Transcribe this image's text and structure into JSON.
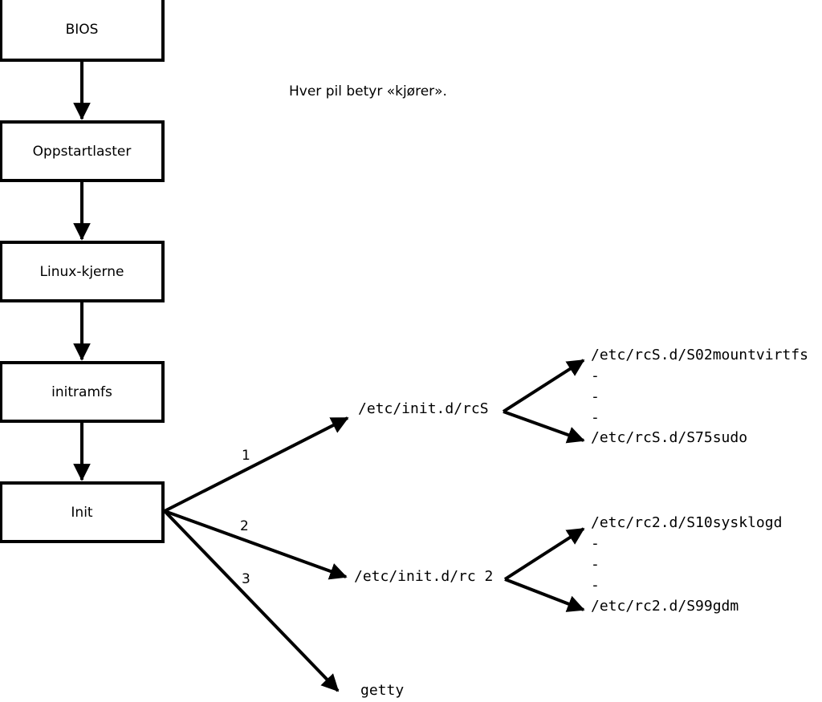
{
  "diagram": {
    "title": "Linux boot sequence flow diagram",
    "note": "Hver pil betyr «kjører».",
    "colors": {
      "stroke": "#000000",
      "background": "#ffffff",
      "text": "#000000"
    },
    "boot_chain": [
      {
        "id": "bios",
        "label": "BIOS"
      },
      {
        "id": "bootloader",
        "label": "Oppstartlaster"
      },
      {
        "id": "kernel",
        "label": "Linux-kjerne"
      },
      {
        "id": "initramfs",
        "label": "initramfs"
      },
      {
        "id": "init",
        "label": "Init"
      }
    ],
    "init_branches": [
      {
        "number": "1",
        "target": "/etc/init.d/rcS"
      },
      {
        "number": "2",
        "target": "/etc/init.d/rc 2"
      },
      {
        "number": "3",
        "target": "getty"
      }
    ],
    "rcs_scripts": {
      "first": "/etc/rcS.d/S02mountvirtfs",
      "ellipsis": [
        "-",
        "-",
        "-"
      ],
      "last": "/etc/rcS.d/S75sudo"
    },
    "rc2_scripts": {
      "first": "/etc/rc2.d/S10sysklogd",
      "ellipsis": [
        "-",
        "-",
        "-"
      ],
      "last": "/etc/rc2.d/S99gdm"
    }
  }
}
